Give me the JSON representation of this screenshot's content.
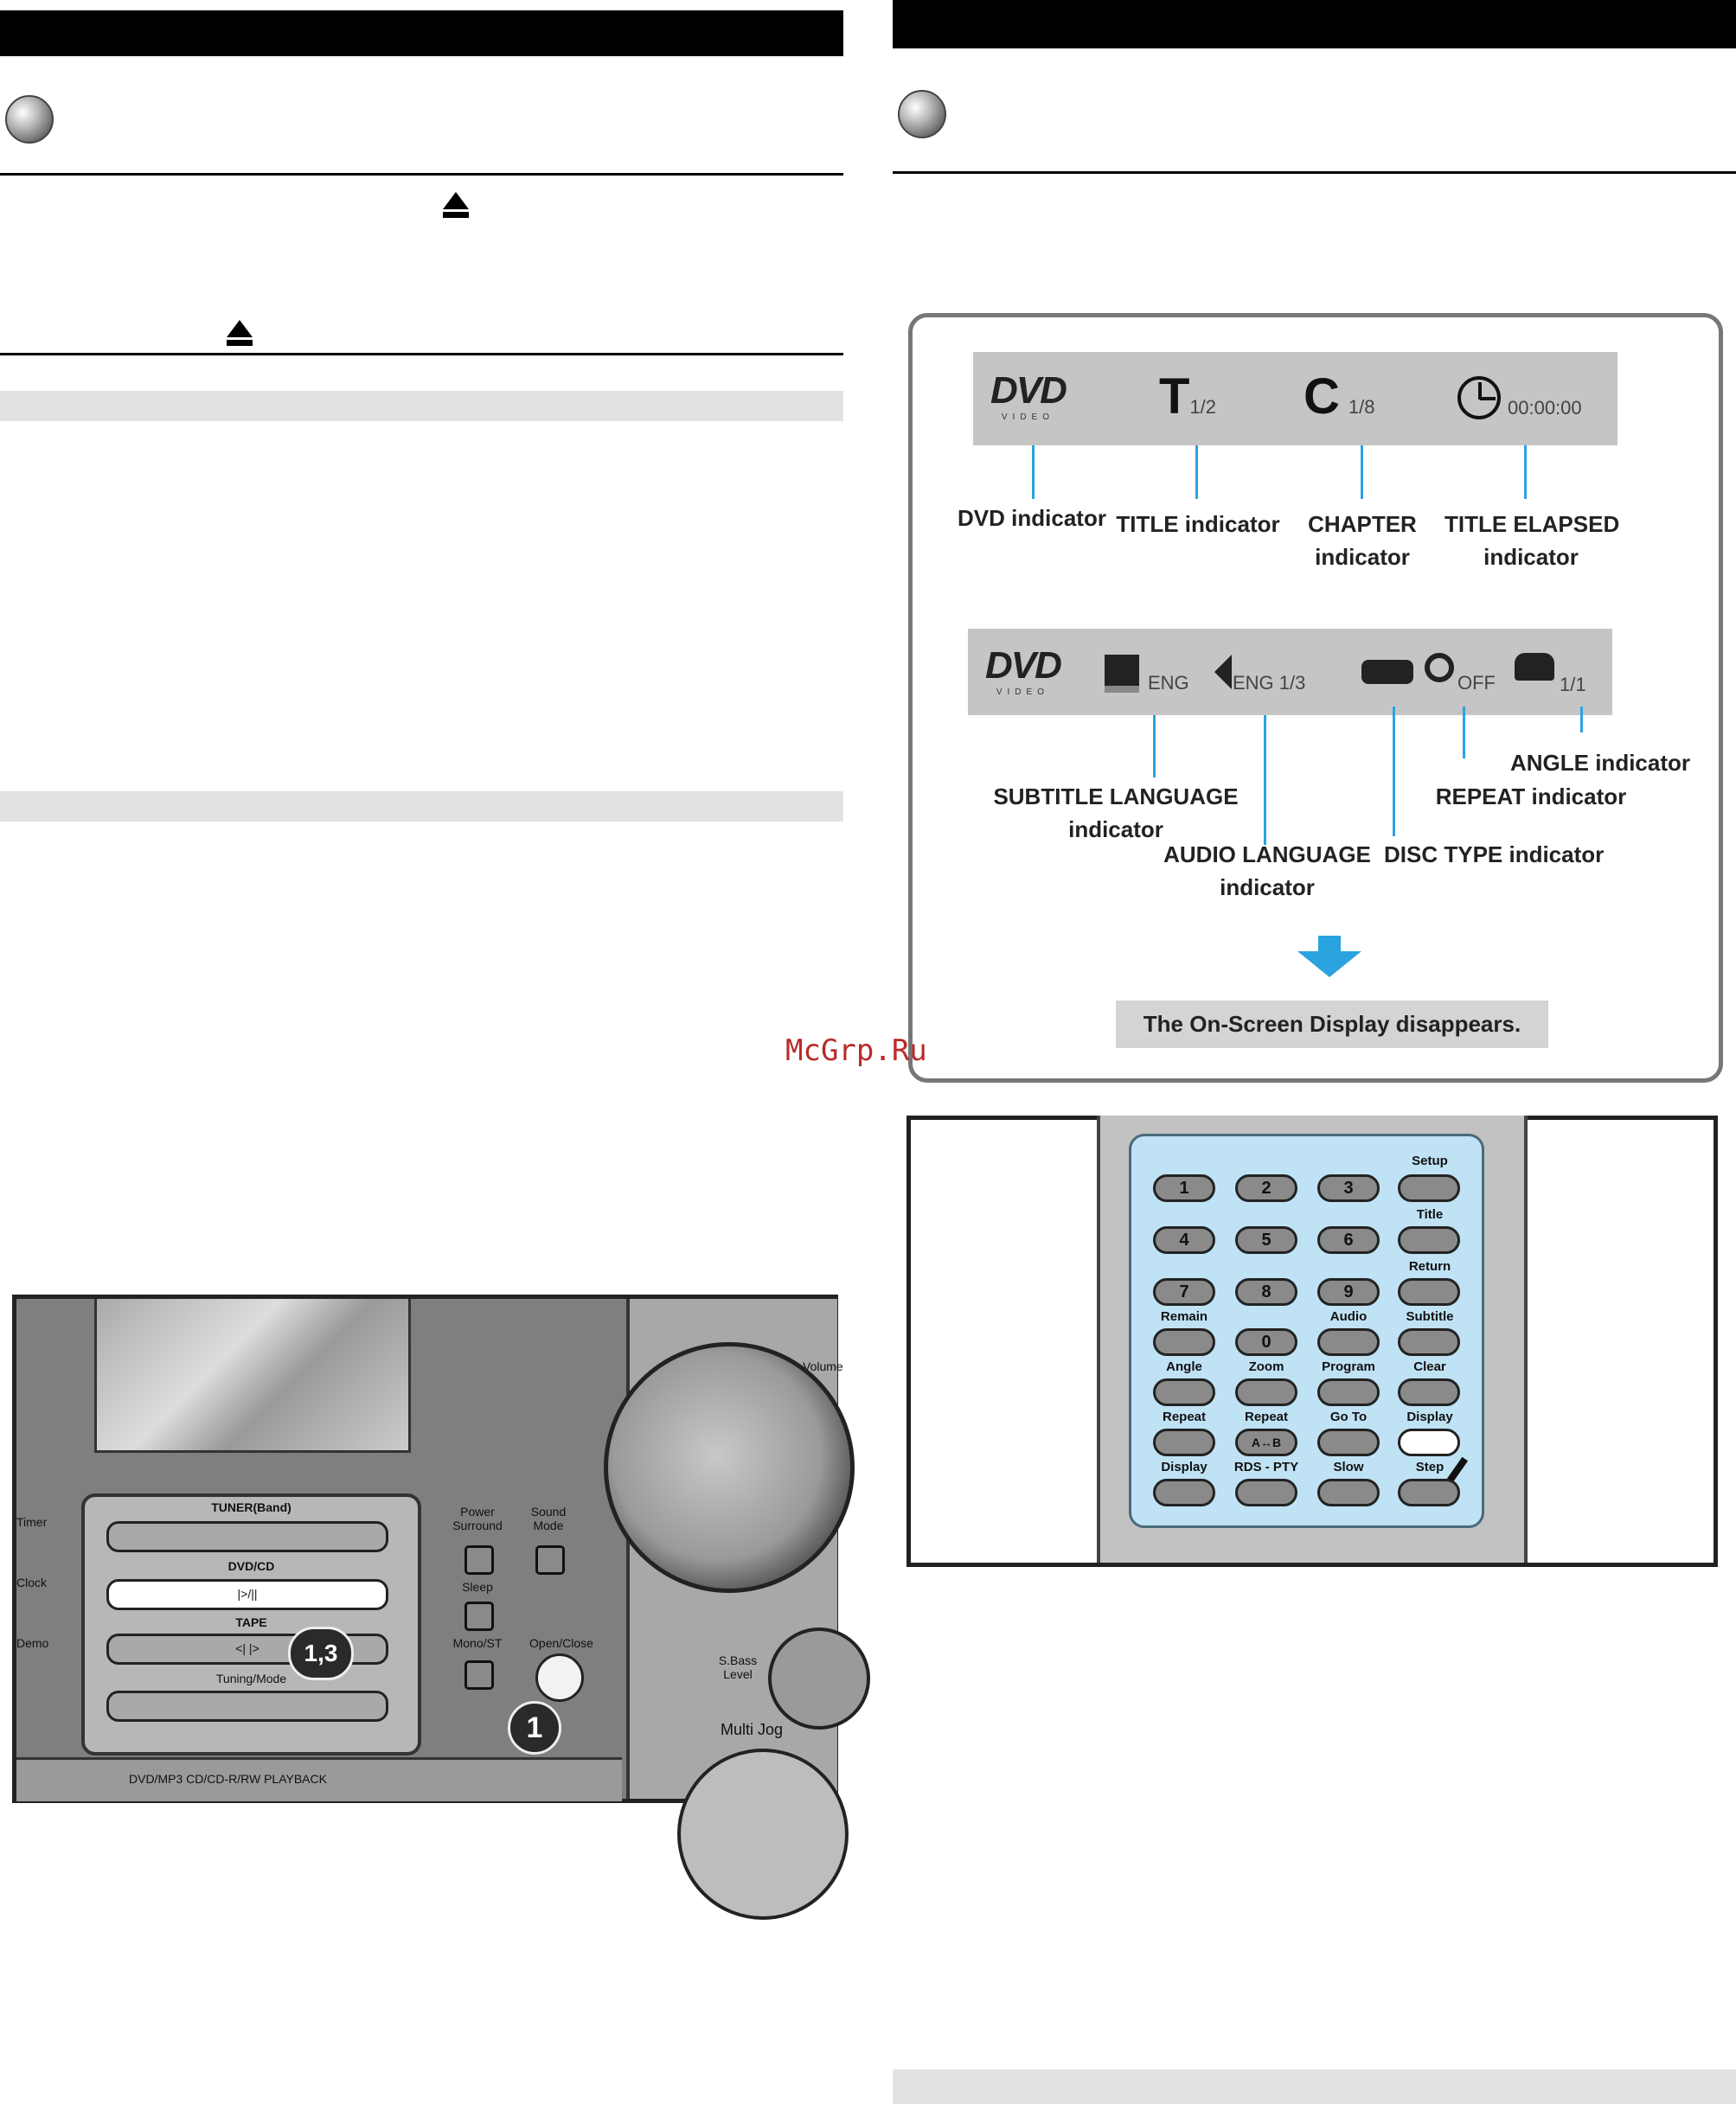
{
  "watermark": "McGrp.Ru",
  "osd": {
    "row1": {
      "dvd_logo": "DVD",
      "dvd_sub": "VIDEO",
      "title_letter": "T",
      "title_value": "1/2",
      "chapter_letter": "C",
      "chapter_value": "1/8",
      "elapsed_value": "00:00:00"
    },
    "row1_labels": {
      "dvd": "DVD indicator",
      "title": "TITLE indicator",
      "chapter_line1": "CHAPTER",
      "chapter_line2": "indicator",
      "elapsed_line1": "TITLE ELAPSED",
      "elapsed_line2": "indicator"
    },
    "row2": {
      "dvd_logo": "DVD",
      "dvd_sub": "VIDEO",
      "subtitle_value": "ENG",
      "audio_value": "ENG 1/3",
      "repeat_value": "OFF",
      "angle_value": "1/1"
    },
    "row2_labels": {
      "subtitle_line1": "SUBTITLE LANGUAGE",
      "subtitle_line2": "indicator",
      "audio_line1": "AUDIO LANGUAGE",
      "audio_line2": "indicator",
      "disc_type": "DISC TYPE indicator",
      "repeat": "REPEAT indicator",
      "angle": "ANGLE indicator"
    },
    "footer": "The On-Screen Display disappears."
  },
  "remote": {
    "numbers": [
      "1",
      "2",
      "3",
      "4",
      "5",
      "6",
      "7",
      "8",
      "9",
      "0"
    ],
    "labels": {
      "setup": "Setup",
      "title": "Title",
      "return": "Return",
      "remain": "Remain",
      "audio": "Audio",
      "subtitle": "Subtitle",
      "angle": "Angle",
      "zoom": "Zoom",
      "program": "Program",
      "clear": "Clear",
      "repeat": "Repeat",
      "repeat_ab": "Repeat",
      "ab": "A↔B",
      "goto": "Go To",
      "display": "Display",
      "display2": "Display",
      "rds": "RDS - PTY",
      "slow": "Slow",
      "step": "Step"
    }
  },
  "device": {
    "tuner": "TUNER",
    "tuner_band": "(Band)",
    "dvdcd": "DVD/CD",
    "play_pause": "|>/||",
    "tape": "TAPE",
    "tape_symbol": "<| |>",
    "tuning_mode": "Tuning/Mode",
    "power_surround": "Power Surround",
    "sound_mode": "Sound Mode",
    "sleep": "Sleep",
    "mono_st": "Mono/ST",
    "open_close": "Open/Close",
    "sbass": "S.Bass Level",
    "multi_jog": "Multi Jog",
    "volume": "Volume",
    "bottom_text": "DVD/MP3 CD/CD-R/RW PLAYBACK",
    "left_labels": [
      "Timer",
      "Clock",
      "Demo"
    ],
    "step_13": "1,3",
    "step_1": "1"
  }
}
